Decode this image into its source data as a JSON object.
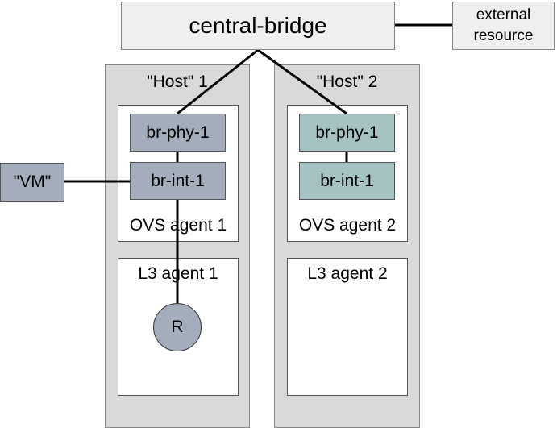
{
  "central_bridge": {
    "label": "central-bridge"
  },
  "external_resource": {
    "line1": "external",
    "line2": "resource"
  },
  "host1": {
    "label": "\"Host\" 1",
    "ovs_agent": "OVS agent 1",
    "phy_bridge": "br-phy-1",
    "int_bridge": "br-int-1",
    "l3_agent": "L3 agent 1",
    "router": "R"
  },
  "host2": {
    "label": "\"Host\" 2",
    "ovs_agent": "OVS agent 2",
    "phy_bridge": "br-phy-1",
    "int_bridge": "br-int-1",
    "l3_agent": "L3 agent 2"
  },
  "vm": {
    "label": "\"VM\""
  },
  "colors": {
    "host_fill": "#d9d9d9",
    "host1_bridge_fill": "#a4adbb",
    "host2_bridge_fill": "#a6c2c3",
    "central_fill": "#efefef"
  }
}
